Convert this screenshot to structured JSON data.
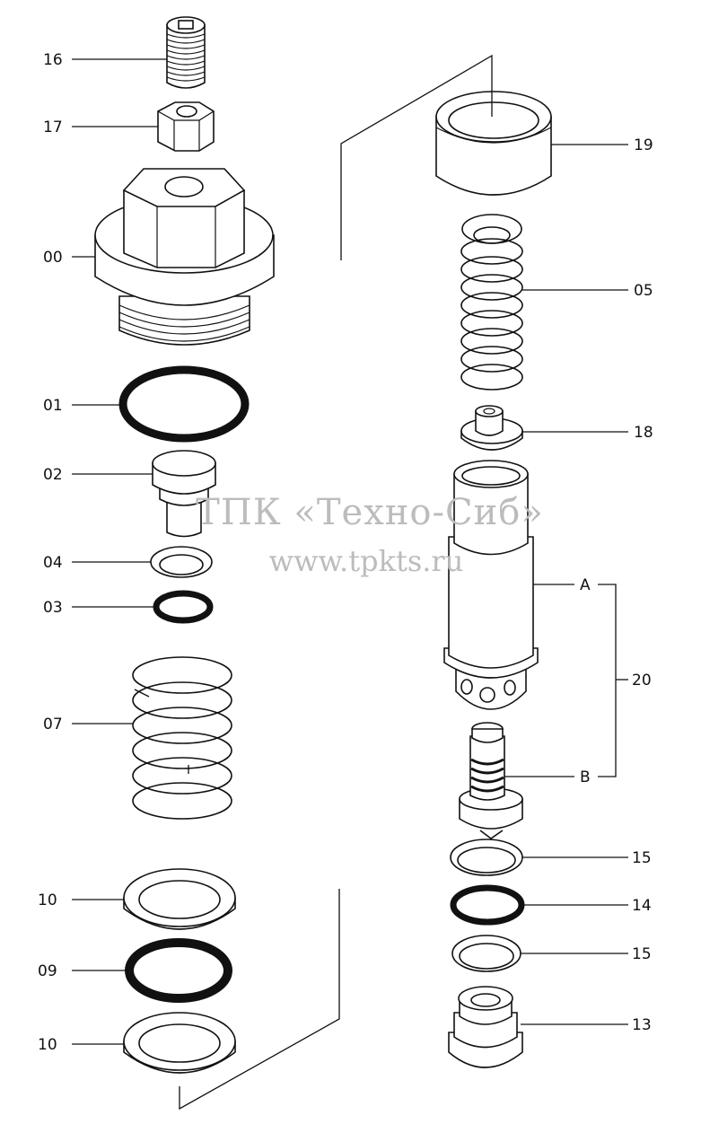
{
  "callouts": {
    "p16": "16",
    "p17": "17",
    "p00": "00",
    "p01": "01",
    "p02": "02",
    "p04": "04",
    "p03": "03",
    "p07": "07",
    "p10a": "10",
    "p09": "09",
    "p10b": "10",
    "p19": "19",
    "p05": "05",
    "p18": "18",
    "pA": "A",
    "p20": "20",
    "pB": "B",
    "p15a": "15",
    "p14": "14",
    "p15b": "15",
    "p13": "13"
  },
  "watermark": {
    "line1": "ТПК «Техно-Сиб»",
    "line2": "www.tpkts.ru"
  },
  "colors": {
    "ink": "#111111",
    "watermark": "#bcbcbc",
    "background": "#ffffff"
  }
}
